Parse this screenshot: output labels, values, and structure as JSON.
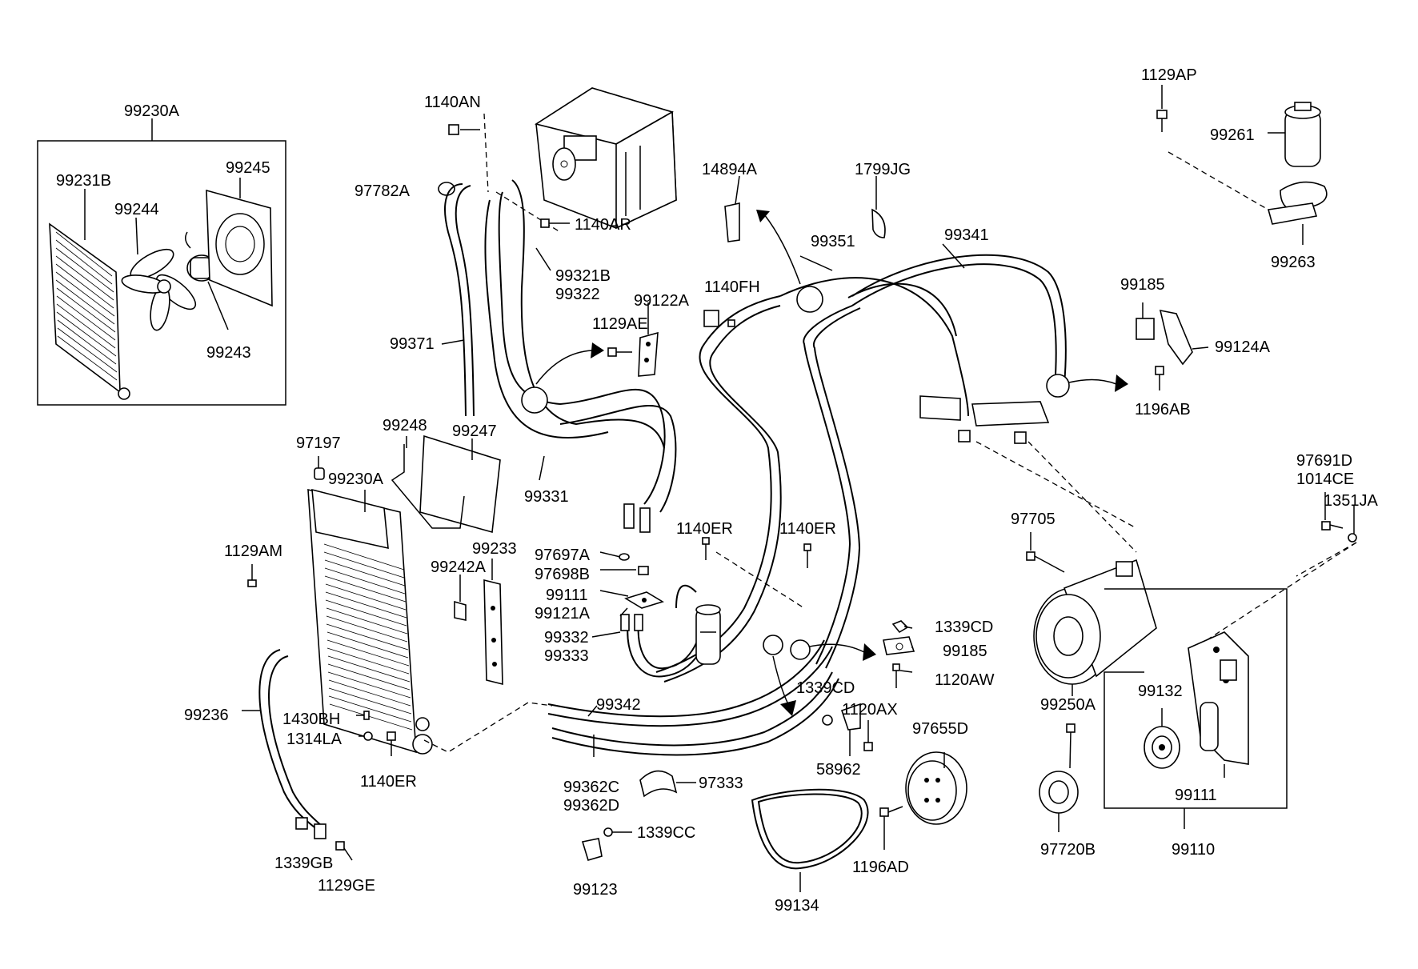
{
  "labels": {
    "l99230A_top": "99230A",
    "l99231B": "99231B",
    "l99245": "99245",
    "l99244": "99244",
    "l99243": "99243",
    "l1140AN": "1140AN",
    "l97782A": "97782A",
    "l1140AR": "1140AR",
    "l99321B": "99321B",
    "l99322": "99322",
    "l99371": "99371",
    "l14894A": "14894A",
    "l1799JG": "1799JG",
    "l99351": "99351",
    "l99341": "99341",
    "l1140FH": "1140FH",
    "l99122A": "99122A",
    "l1129AE": "1129AE",
    "l1129AP": "1129AP",
    "l99261": "99261",
    "l99263": "99263",
    "l99185_top": "99185",
    "l99124A": "99124A",
    "l1196AB": "1196AB",
    "l97197": "97197",
    "l99230A_mid": "99230A",
    "l99248": "99248",
    "l99247": "99247",
    "l99331": "99331",
    "l1129AM": "1129AM",
    "l99242A": "99242A",
    "l99233": "99233",
    "l1140ER_a": "1140ER",
    "l1140ER_b": "1140ER",
    "l97697A": "97697A",
    "l97698B": "97698B",
    "l99111_mid": "99111",
    "l99121A": "99121A",
    "l99332": "99332",
    "l99333": "99333",
    "l97705": "97705",
    "l97691D": "97691D",
    "l1014CE": "1014CE",
    "l1351JA": "1351JA",
    "l1339CD_a": "1339CD",
    "l99185_mid": "99185",
    "l1120AW": "1120AW",
    "l99236": "99236",
    "l1430BH": "1430BH",
    "l1314LA": "1314LA",
    "l1140ER_c": "1140ER",
    "l99342": "99342",
    "l1339CD_b": "1339CD",
    "l1120AX": "1120AX",
    "l58962": "58962",
    "l97655D": "97655D",
    "l99250A": "99250A",
    "l99132": "99132",
    "l99111_right": "99111",
    "l99362C": "99362C",
    "l99362D": "99362D",
    "l97333": "97333",
    "l1339CC": "1339CC",
    "l99123": "99123",
    "l1339GB": "1339GB",
    "l1129GE": "1129GE",
    "l99134": "99134",
    "l1196AD": "1196AD",
    "l97720B": "97720B",
    "l99110": "99110"
  }
}
